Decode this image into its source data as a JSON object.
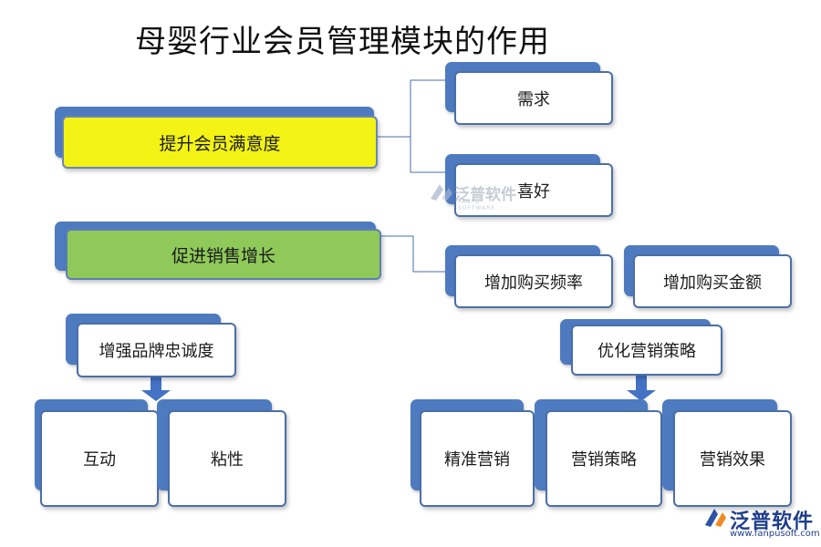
{
  "title": "母婴行业会员管理模块的作用",
  "nodes": {
    "satisfaction": "提升会员满意度",
    "demand": "需求",
    "preference": "喜好",
    "sales_growth": "促进销售增长",
    "purchase_freq": "增加购买频率",
    "purchase_amount": "增加购买金额",
    "brand_loyalty": "增强品牌忠诚度",
    "optimize_marketing": "优化营销策略",
    "interaction": "互动",
    "stickiness": "粘性",
    "precise_marketing": "精准营销",
    "marketing_strategy": "营销策略",
    "marketing_effect": "营销效果"
  },
  "colors": {
    "back_blue": "#4e7bc0",
    "highlight_yellow": "#f3f315",
    "highlight_green": "#8fc95a",
    "arrow_blue": "#4472c4",
    "connector": "#4a6fa8"
  },
  "watermark": {
    "text": "泛普软件",
    "sub": "FANPU SOFTWARE"
  },
  "logo": {
    "text": "泛普软件",
    "url": "www.fanpusoft.com"
  }
}
